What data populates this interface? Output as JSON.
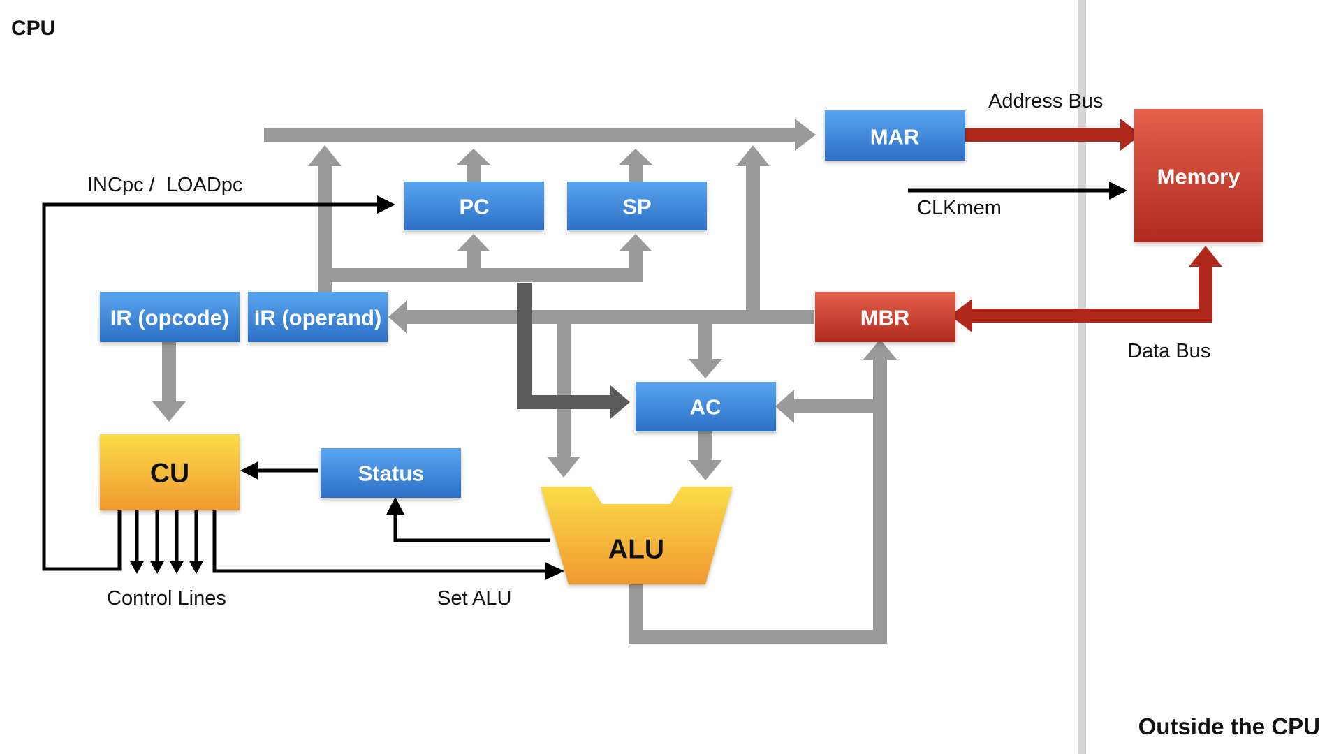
{
  "titles": {
    "cpu": "CPU",
    "outside": "Outside the CPU"
  },
  "registers": {
    "mar": "MAR",
    "pc": "PC",
    "sp": "SP",
    "ir_opcode": "IR (opcode)",
    "ir_operand": "IR (operand)",
    "mbr": "MBR",
    "ac": "AC",
    "status": "Status"
  },
  "units": {
    "cu": "CU",
    "alu": "ALU",
    "memory": "Memory"
  },
  "labels": {
    "address_bus": "Address Bus",
    "data_bus": "Data Bus",
    "clk_mem": "CLKmem",
    "inc_load_pc": "INCpc /  LOADpc",
    "control_lines": "Control Lines",
    "set_alu": "Set ALU"
  },
  "colors": {
    "register_blue": "#3f8fe0",
    "register_blue_dark": "#2f70c4",
    "memory_red": "#c8352a",
    "unit_yellow": "#f7c93a",
    "unit_orange": "#f09a30",
    "bus_gray": "#9a9a9a",
    "bus_dark": "#5a5a5a",
    "data_bus_red": "#b0281c",
    "boundary_gray": "#d6d6d6"
  }
}
